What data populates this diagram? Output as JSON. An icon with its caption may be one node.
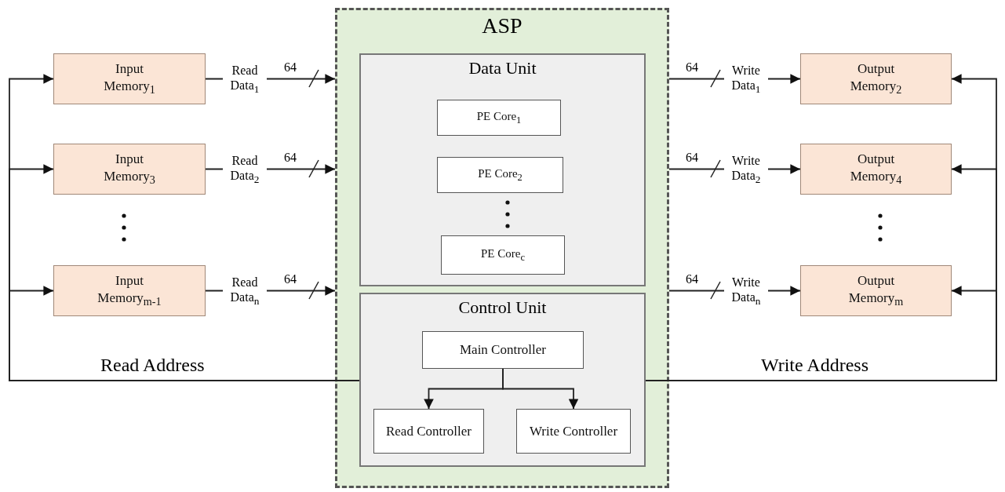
{
  "diagram": {
    "nodes": [
      {
        "text": [
          "ASP"
        ]
      },
      {
        "text": [
          "Data Unit"
        ],
        "in": 0
      },
      {
        "text": [
          "PE Core$_{1}$"
        ],
        "in": 1
      },
      {
        "text": [
          "PE Core$_{2}$"
        ],
        "in": 1
      },
      {
        "text": [
          "PE Core$_{c}$"
        ],
        "in": 1
      },
      {
        "text": [
          "Control Unit"
        ],
        "in": 0
      },
      {
        "text": [
          "Main Controller"
        ],
        "in": 5
      },
      {
        "text": [
          "Read Controller"
        ],
        "in": 5
      },
      {
        "text": [
          "Write Controller"
        ],
        "in": 5
      },
      {
        "text": [
          "Input Memory$_{1}$"
        ]
      },
      {
        "text": [
          "Input Memory$_{3}$"
        ]
      },
      {
        "text": [
          "Input Memory$_{m-1}$"
        ]
      },
      {
        "text": [
          "Output Memory$_{2}$"
        ]
      },
      {
        "text": [
          "Output Memory$_{4}$"
        ]
      },
      {
        "text": [
          "Output Memory$_{m}$"
        ]
      }
    ],
    "edges": [
      {
        "from": 9,
        "to": 0,
        "arrow": "to",
        "label": "Read Data$_{1}$"
      },
      {
        "from": 10,
        "to": 0,
        "arrow": "to",
        "label": "Read Data$_{2}$"
      },
      {
        "from": 11,
        "to": 0,
        "arrow": "to",
        "label": "Read Data$_{n}$"
      },
      {
        "from": 0,
        "to": 12,
        "arrow": "to",
        "label": "Write Data$_{1}$"
      },
      {
        "from": 0,
        "to": 13,
        "arrow": "to",
        "label": "Write Data$_{2}$"
      },
      {
        "from": 0,
        "to": 14,
        "arrow": "to",
        "label": "Write Data$_{n}$"
      },
      {
        "from": 6,
        "to": 7,
        "arrow": "to"
      },
      {
        "from": 6,
        "to": 8,
        "arrow": "to"
      },
      {
        "from": 5,
        "to": 9,
        "arrow": "to",
        "label": "Read Address"
      },
      {
        "from": 5,
        "to": 10,
        "arrow": "to"
      },
      {
        "from": 5,
        "to": 11,
        "arrow": "to"
      },
      {
        "from": 5,
        "to": 12,
        "arrow": "to",
        "label": "Write Address"
      },
      {
        "from": 5,
        "to": 13,
        "arrow": "to"
      },
      {
        "from": 5,
        "to": 14,
        "arrow": "to"
      }
    ],
    "labels": [
      "64",
      "64",
      "64",
      "64",
      "64",
      "64"
    ]
  }
}
